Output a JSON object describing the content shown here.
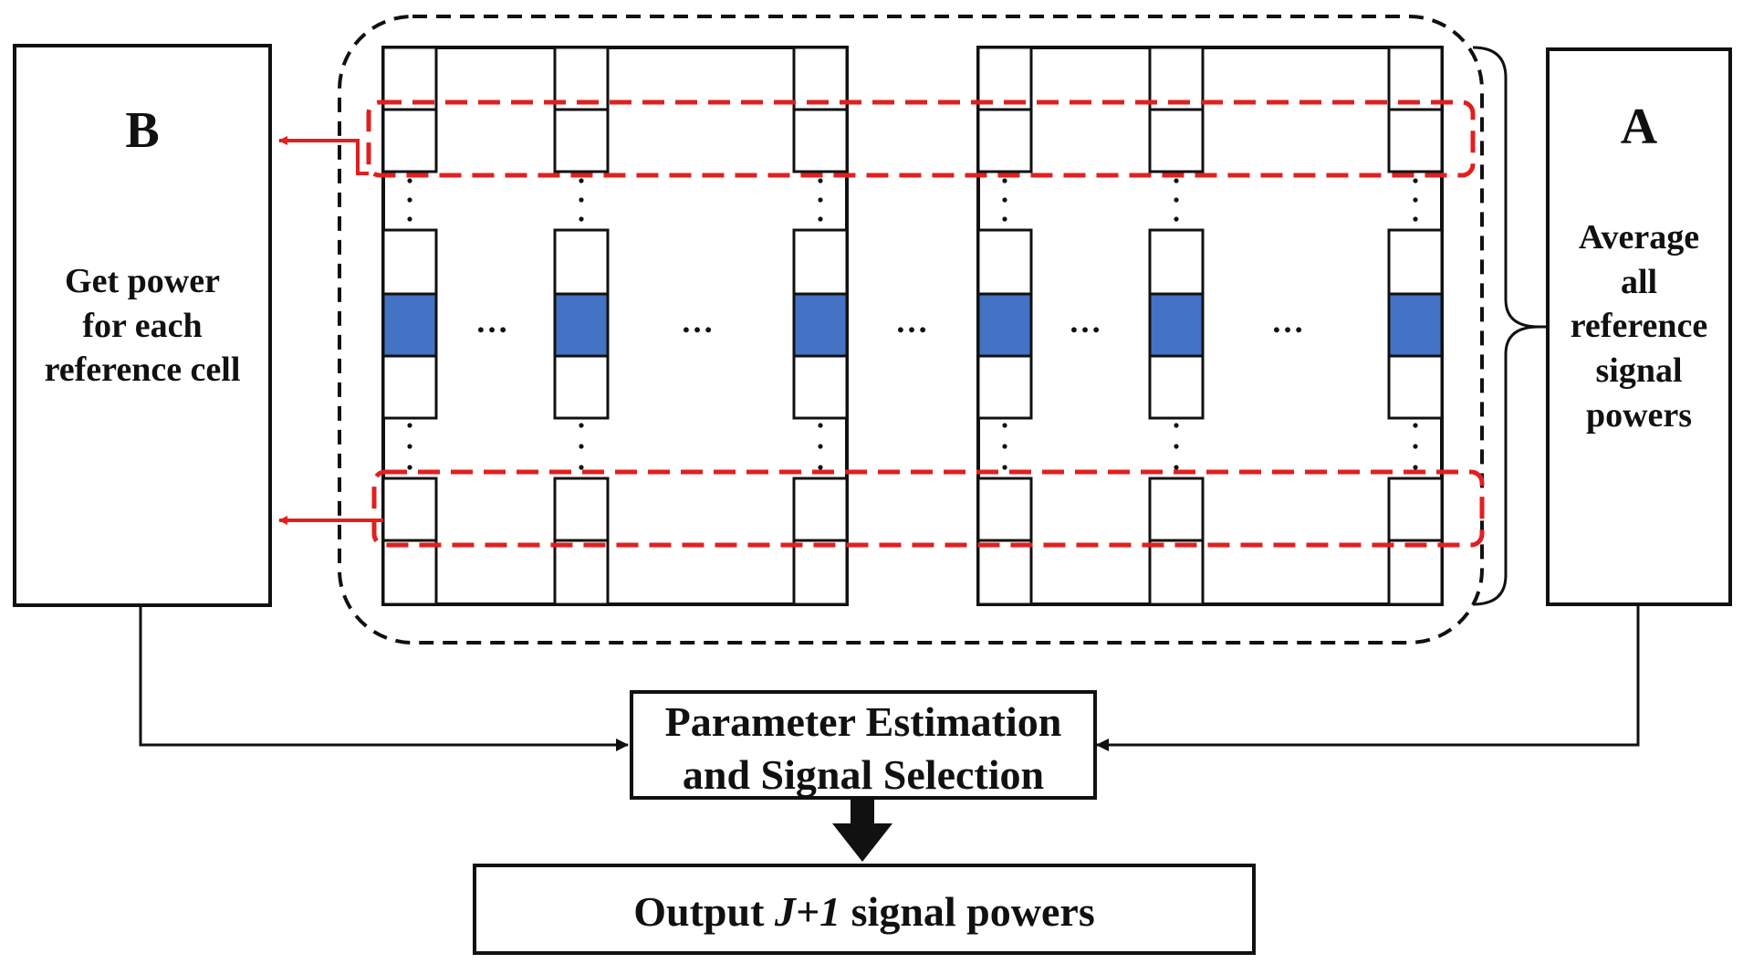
{
  "block_b": {
    "letter": "B",
    "text_lines": [
      "Get power",
      "for each",
      "reference cell"
    ]
  },
  "block_a": {
    "letter": "A",
    "text_lines": [
      "Average",
      "all",
      "reference",
      "signal",
      "powers"
    ]
  },
  "estimation_block": {
    "text_lines": [
      "Parameter Estimation",
      "and Signal Selection"
    ]
  },
  "output_block": {
    "prefix": "Output ",
    "variable": "J+1",
    "suffix": " signal powers"
  },
  "ellipsis": "…",
  "colors": {
    "line": "#111111",
    "cut_highlight": "#e02020",
    "cell_under_test": "#4472c4",
    "group_outline": "#111111"
  }
}
